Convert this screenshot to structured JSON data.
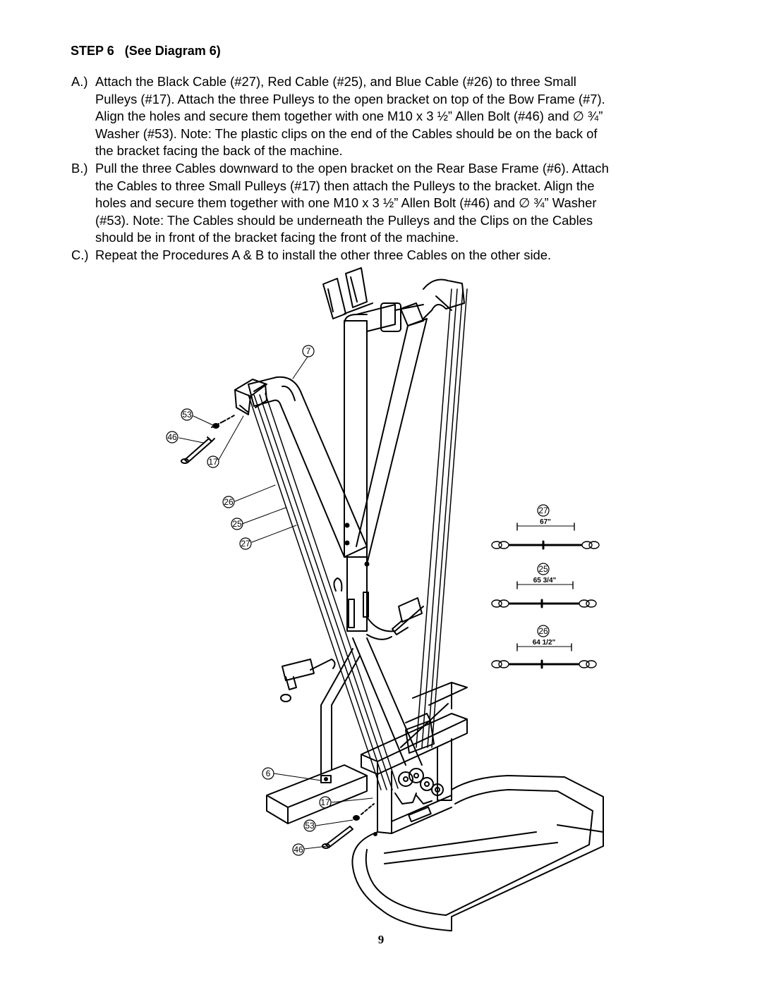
{
  "heading": "STEP 6   (See Diagram 6)",
  "steps": [
    {
      "label": "A.)",
      "text": "Attach the Black Cable (#27), Red Cable (#25), and Blue Cable (#26) to three Small\nPulleys (#17). Attach the three Pulleys to the open bracket on top of the Bow Frame (#7).\nAlign the holes and secure them together with one M10 x 3 ½” Allen Bolt (#46) and ∅ ¾”\nWasher (#53). Note: The plastic clips on the end of the Cables should be on the back of\nthe bracket facing the back of the machine."
    },
    {
      "label": "B.)",
      "text": "Pull the three Cables downward to the open bracket on the Rear Base Frame (#6). Attach\nthe Cables to three Small Pulleys (#17) then attach the Pulleys to the bracket. Align the\nholes and secure them together with one M10 x 3 ½” Allen Bolt (#46) and ∅ ¾” Washer\n(#53). Note: The Cables should be underneath the Pulleys and the Clips on the Cables\nshould be in front of the bracket facing the front of the machine."
    },
    {
      "label": "C.)",
      "text": "Repeat the Procedures A & B to install the other three Cables on the other side."
    }
  ],
  "diagram": {
    "callouts": {
      "bow_frame": "7",
      "washer_top": "53",
      "bolt_top": "46",
      "pulley_top": "17",
      "cable_blue": "26",
      "cable_red": "25",
      "cable_black": "27",
      "rear_base_frame": "6",
      "pulley_bottom": "17",
      "washer_bottom": "53",
      "bolt_bottom": "46"
    },
    "cable_details": [
      {
        "number": "27",
        "length": "67\""
      },
      {
        "number": "25",
        "length": "65 3/4\""
      },
      {
        "number": "26",
        "length": "64 1/2\""
      }
    ]
  },
  "page_number": "9"
}
